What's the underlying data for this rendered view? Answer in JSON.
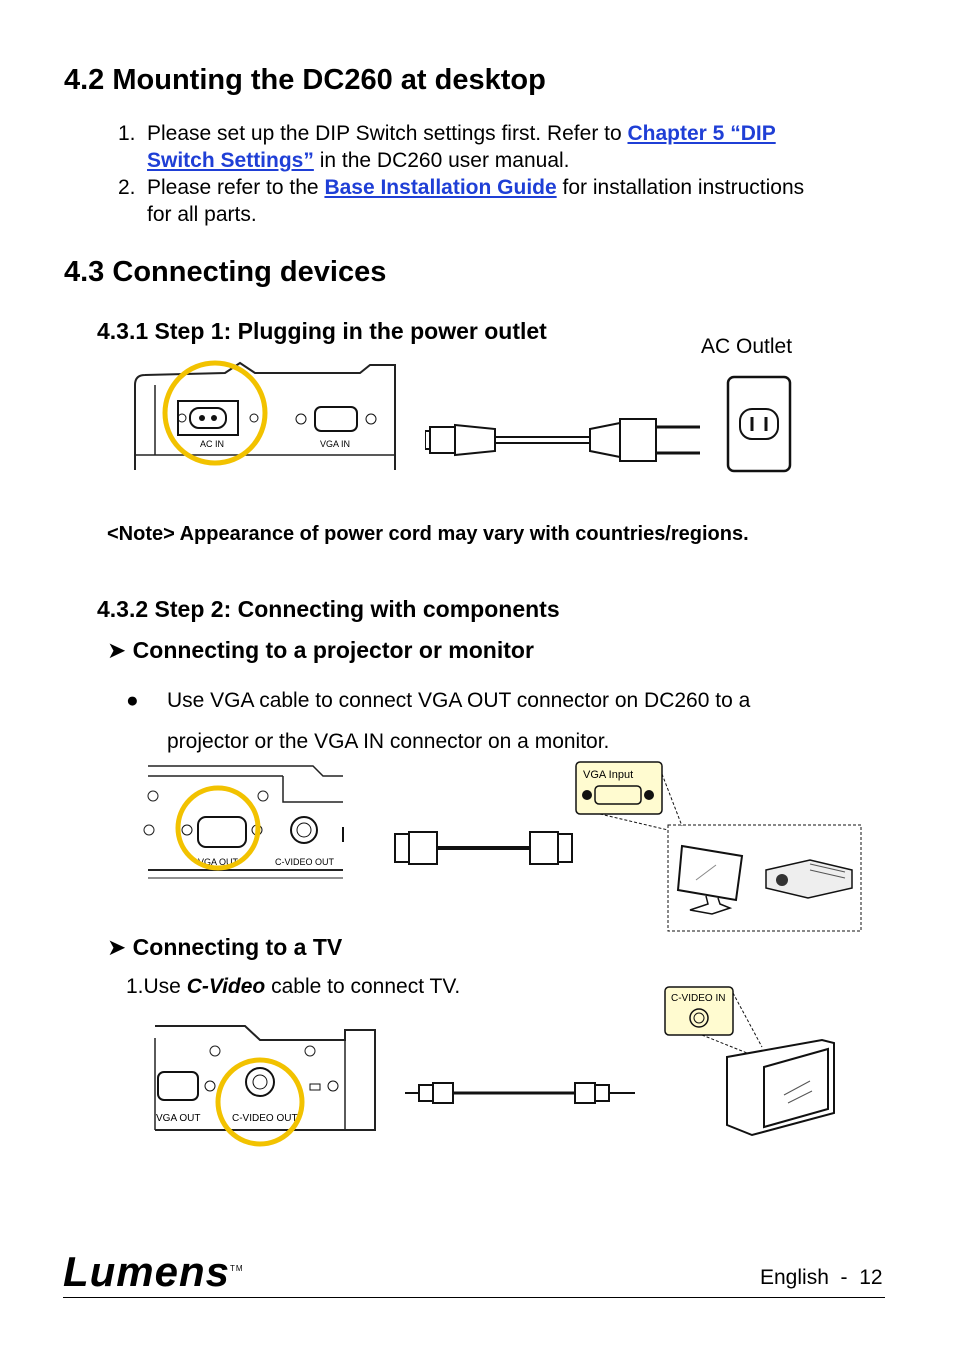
{
  "section_42": {
    "heading": "4.2 Mounting the DC260 at desktop",
    "items": [
      {
        "num": "1.",
        "pre": "Please set up the DIP Switch settings first. Refer to ",
        "link_line1": "Chapter 5 “DIP ",
        "link_line2": "Switch Settings”",
        "post": " in the DC260 user manual."
      },
      {
        "num": "2.",
        "pre": "Please refer to the ",
        "link": "Base Installation Guide",
        "post": " for installation instructions",
        "line2": "for all parts."
      }
    ]
  },
  "section_43": {
    "heading": "4.3 Connecting devices",
    "step1": {
      "heading": "4.3.1 Step 1: Plugging in the power outlet",
      "ac_outlet_label": "AC Outlet",
      "ac_in_label": "AC IN",
      "vga_in_label": "VGA IN",
      "note": "<Note> Appearance of power cord may vary with countries/regions."
    },
    "step2": {
      "heading": "4.3.2 Step 2: Connecting with components",
      "projector": {
        "title": "Connecting to a projector or monitor",
        "bullet_line1": "Use VGA cable to connect VGA OUT connector on DC260 to a",
        "bullet_line2": "projector or the VGA IN connector on a monitor.",
        "vga_out_label": "VGA OUT",
        "cvideo_out_label": "C-VIDEO OUT",
        "vga_input_label": "VGA Input"
      },
      "tv": {
        "title": "Connecting to a TV",
        "item_num": "1.",
        "item_pre": "Use ",
        "item_em": "C-Video",
        "item_post": " cable to connect TV.",
        "vga_out_label": "VGA OUT",
        "cvideo_out_label": "C-VIDEO OUT",
        "cvideo_in_label": "C-VIDEO IN"
      }
    }
  },
  "footer": {
    "brand": "Lumens",
    "tm": "TM",
    "page_label": "English  -  12"
  },
  "colors": {
    "link": "#1f3fd6",
    "highlight_circle": "#f2c200",
    "label_box": "#fffbd0"
  }
}
